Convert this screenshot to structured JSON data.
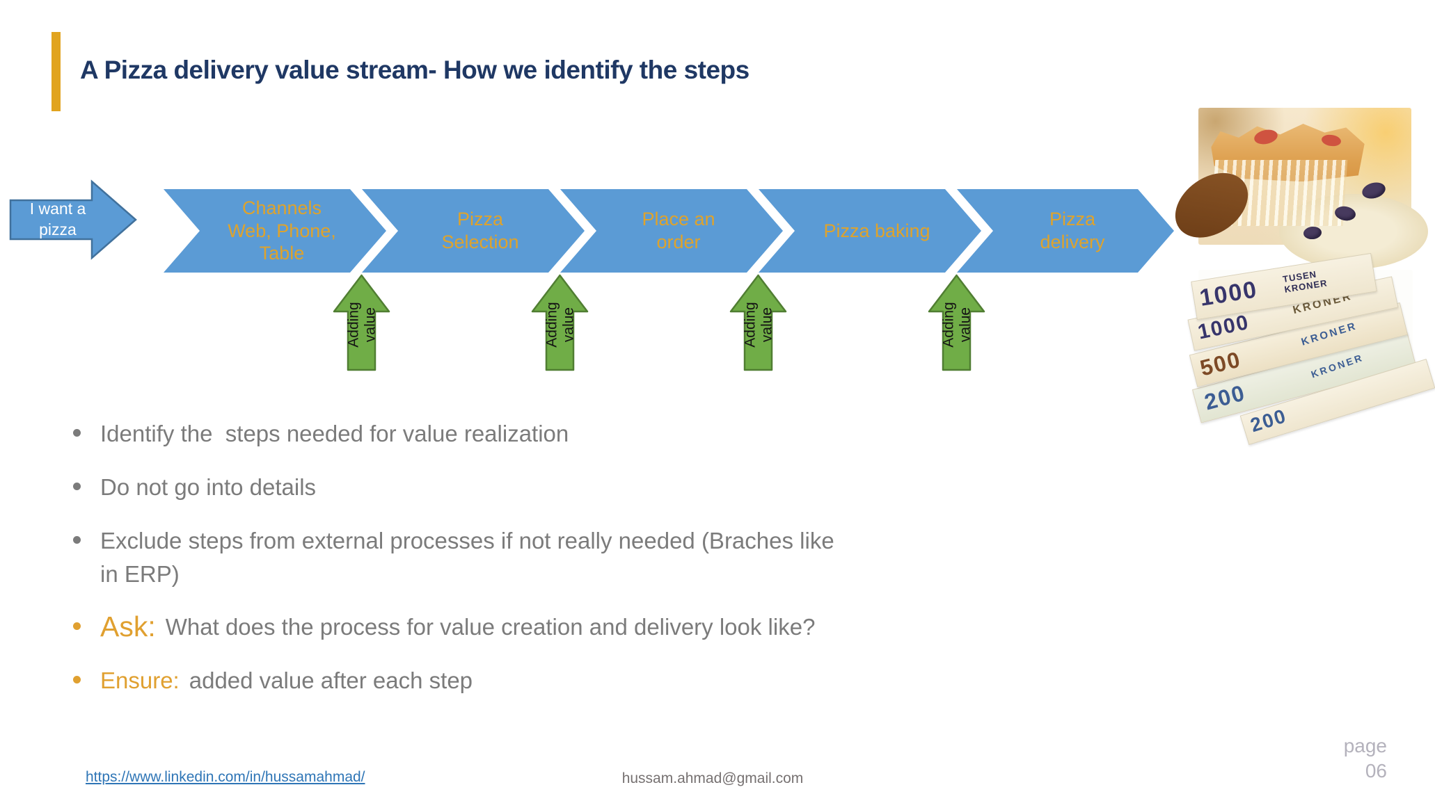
{
  "header": {
    "title": "A Pizza delivery value stream- How we identify the steps",
    "title_color": "#1F3864",
    "accent_bar_color": "#E1A41F"
  },
  "value_stream": {
    "start_label_lines": [
      "I want a",
      "pizza"
    ],
    "steps": [
      {
        "name": "channels",
        "lines": [
          "Channels",
          "Web, Phone,",
          "Table"
        ]
      },
      {
        "name": "pizza-selection",
        "lines": [
          "Pizza",
          "Selection"
        ]
      },
      {
        "name": "place-an-order",
        "lines": [
          "Place an",
          "order"
        ]
      },
      {
        "name": "pizza-baking",
        "lines": [
          "Pizza baking"
        ]
      },
      {
        "name": "pizza-delivery",
        "lines": [
          "Pizza",
          "delivery"
        ]
      }
    ],
    "adding_value_lines": [
      "Adding",
      "value"
    ],
    "colors": {
      "step_fill": "#5B9BD5",
      "step_text": "#DFA32C",
      "start_arrow_fill": "#5B9BD5",
      "start_arrow_border": "#41719C",
      "adding_arrow_fill": "#70AD47",
      "adding_arrow_border": "#507E32"
    }
  },
  "photos": {
    "pizza_photo": "pizza slice lifted with melted cheese strings",
    "money_photo": "fanned Norwegian kroner banknotes",
    "money_text": {
      "n1000": "1000",
      "tusen_lines": [
        "TUSEN",
        "KRONER"
      ],
      "n500": "500",
      "n200": "200",
      "kroner": "KRONER"
    }
  },
  "bullets": [
    {
      "lead": "",
      "lines": [
        "Identify the  steps needed for value realization"
      ]
    },
    {
      "lead": "",
      "lines": [
        "Do not go into details"
      ]
    },
    {
      "lead": "",
      "lines": [
        "Exclude steps from external processes if not really needed (Braches like",
        "in ERP)"
      ]
    },
    {
      "lead": "Ask:",
      "lines": [
        "What does the process for value creation and delivery look like?"
      ]
    },
    {
      "lead": "Ensure:",
      "lines": [
        "added value after each step"
      ]
    }
  ],
  "footer": {
    "linkedin_url": "https://www.linkedin.com/in/hussamahmad/",
    "email": "hussam.ahmad@gmail.com",
    "page_lines": [
      "page",
      "06"
    ]
  },
  "text_colors": {
    "bullet_text": "#7B7B7B",
    "bullet_accent": "#E0A030",
    "link": "#2E75B6",
    "email": "#767171",
    "page": "#B4B2BC"
  }
}
